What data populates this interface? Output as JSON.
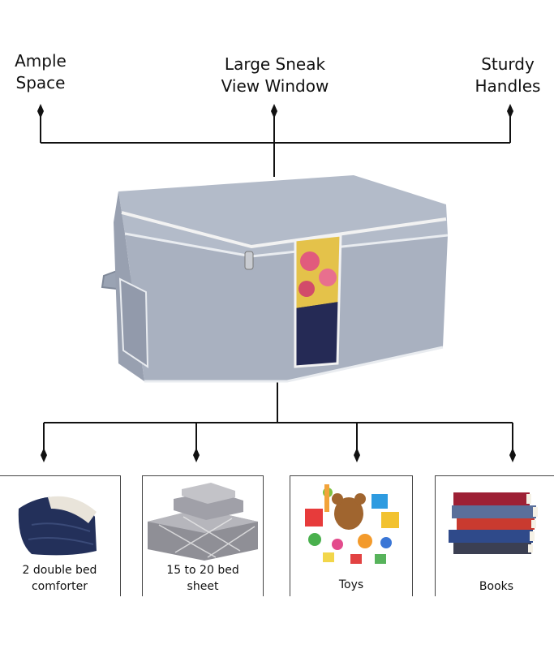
{
  "features": {
    "ample_space": "Ample\nSpace",
    "sneak_window": "Large Sneak\nView Window",
    "sturdy_handles": "Sturdy\nHandles"
  },
  "items": [
    {
      "caption": "2 double bed\ncomforter",
      "icon": "comforter-image"
    },
    {
      "caption": "15 to 20 bed\nsheet",
      "icon": "bedsheet-image"
    },
    {
      "caption": "Toys",
      "icon": "toys-image"
    },
    {
      "caption": "Books",
      "icon": "books-image"
    }
  ],
  "colors": {
    "bag": "#a9b1c0",
    "line": "#111111"
  }
}
